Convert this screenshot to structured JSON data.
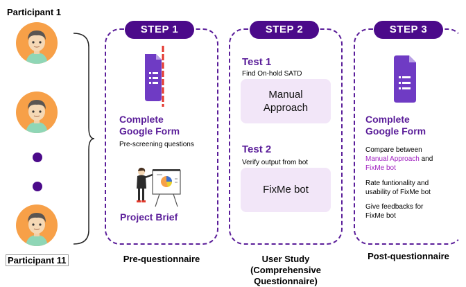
{
  "participants": {
    "first_label": "Participant 1",
    "last_label": "Participant 11"
  },
  "steps": [
    {
      "pill": "STEP 1",
      "form_title_line1": "Complete",
      "form_title_line2": "Google Form",
      "form_subtitle": "Pre-screening questions",
      "brief_title": "Project Brief",
      "caption": "Pre-questionnaire"
    },
    {
      "pill": "STEP 2",
      "test1_title": "Test 1",
      "test1_sub": "Find On-hold SATD",
      "test1_box_line1": "Manual",
      "test1_box_line2": "Approach",
      "test2_title": "Test 2",
      "test2_sub": "Verify output from bot",
      "test2_box": "FixMe bot",
      "caption_line1": "User Study",
      "caption_line2": "(Comprehensive",
      "caption_line3": "Questionnaire)"
    },
    {
      "pill": "STEP 3",
      "form_title_line1": "Complete",
      "form_title_line2": "Google Form",
      "item1_prefix": "Compare between",
      "item1_link1": "Manual Approach",
      "item1_and": " and",
      "item1_link2": "FixMe bot",
      "item2_line1": "Rate funtionality and",
      "item2_line2": "usability of FixMe bot",
      "item3_line1": "Give feedbacks for",
      "item3_line2": "FixMe bot",
      "caption": "Post-questionnaire"
    }
  ],
  "colors": {
    "accent": "#4b0a8a",
    "panel_border": "#5a1d99",
    "box_fill": "#f2e6f8",
    "link": "#a020c0",
    "avatar": "#f7a048",
    "form_icon": "#6f3bc4"
  }
}
